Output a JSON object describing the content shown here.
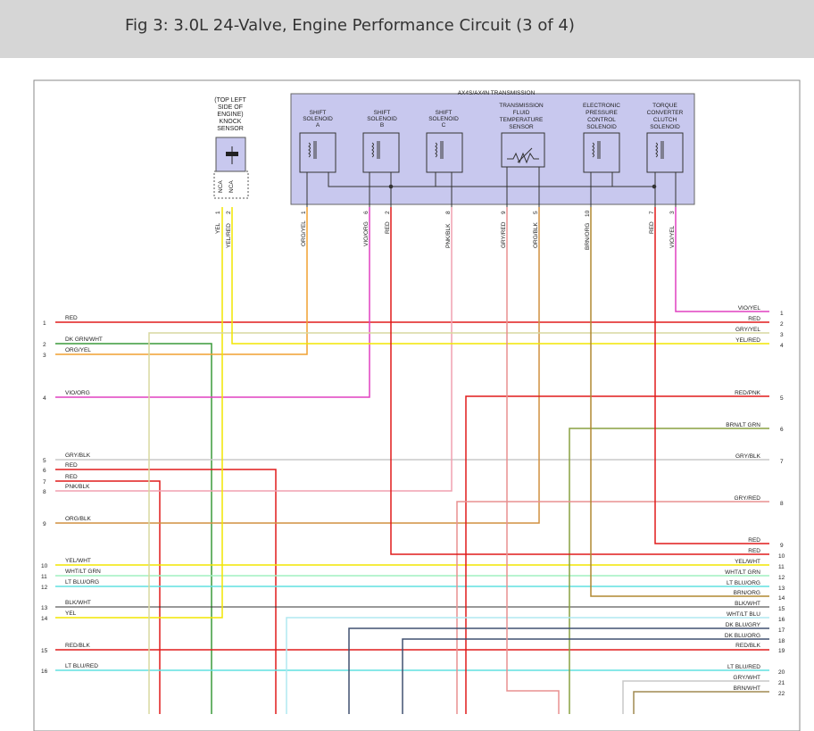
{
  "header": {
    "title": "Fig 3: 3.0L 24-Valve, Engine Performance Circuit (3 of 4)"
  },
  "knock_sensor": {
    "label_lines": [
      "(TOP LEFT",
      "SIDE OF",
      "ENGINE)",
      "KNOCK",
      "SENSOR"
    ],
    "nca1": "NCA",
    "nca2": "NCA",
    "pins": [
      {
        "num": "1",
        "color": "YEL"
      },
      {
        "num": "2",
        "color": "YEL/RED"
      }
    ]
  },
  "transmission": {
    "title": "AX4S/AX4N TRANSMISSION",
    "components": [
      {
        "lines": [
          "SHIFT",
          "SOLENOID",
          "A"
        ]
      },
      {
        "lines": [
          "SHIFT",
          "SOLENOID",
          "B"
        ]
      },
      {
        "lines": [
          "SHIFT",
          "SOLENOID",
          "C"
        ]
      },
      {
        "lines": [
          "TRANSMISSION",
          "FLUID",
          "TEMPERATURE",
          "SENSOR"
        ]
      },
      {
        "lines": [
          "ELECTRONIC",
          "PRESSURE",
          "CONTROL",
          "SOLENOID"
        ]
      },
      {
        "lines": [
          "TORQUE",
          "CONVERTER",
          "CLUTCH",
          "SOLENOID"
        ]
      }
    ],
    "pins": [
      {
        "num": "1",
        "color": "ORG/YEL"
      },
      {
        "num": "6",
        "color": "VIO/ORG"
      },
      {
        "num": "2",
        "color": "RED"
      },
      {
        "num": "8",
        "color": "PNK/BLK"
      },
      {
        "num": "9",
        "color": "GRY/RED"
      },
      {
        "num": "5",
        "color": "ORG/BLK"
      },
      {
        "num": "10",
        "color": "BRN/ORG"
      },
      {
        "num": "7",
        "color": "RED"
      },
      {
        "num": "3",
        "color": "VIO/YEL"
      }
    ]
  },
  "left_connector": [
    {
      "num": "1",
      "label": "RED"
    },
    {
      "num": "2",
      "label": "DK GRN/WHT"
    },
    {
      "num": "3",
      "label": "ORG/YEL"
    },
    {
      "num": "4",
      "label": "VIO/ORG"
    },
    {
      "num": "5",
      "label": "GRY/BLK"
    },
    {
      "num": "6",
      "label": "RED"
    },
    {
      "num": "7",
      "label": "RED"
    },
    {
      "num": "8",
      "label": "PNK/BLK"
    },
    {
      "num": "9",
      "label": "ORG/BLK"
    },
    {
      "num": "10",
      "label": "YEL/WHT"
    },
    {
      "num": "11",
      "label": "WHT/LT GRN"
    },
    {
      "num": "12",
      "label": "LT BLU/ORG"
    },
    {
      "num": "13",
      "label": "BLK/WHT"
    },
    {
      "num": "14",
      "label": "YEL"
    },
    {
      "num": "15",
      "label": "RED/BLK"
    },
    {
      "num": "16",
      "label": "LT BLU/RED"
    }
  ],
  "right_connector": [
    {
      "num": "1",
      "label": "VIO/YEL"
    },
    {
      "num": "2",
      "label": "RED"
    },
    {
      "num": "3",
      "label": "GRY/YEL"
    },
    {
      "num": "4",
      "label": "YEL/RED"
    },
    {
      "num": "5",
      "label": "RED/PNK"
    },
    {
      "num": "6",
      "label": "BRN/LT GRN"
    },
    {
      "num": "7",
      "label": "GRY/BLK"
    },
    {
      "num": "8",
      "label": "GRY/RED"
    },
    {
      "num": "9",
      "label": "RED"
    },
    {
      "num": "10",
      "label": "RED"
    },
    {
      "num": "11",
      "label": "YEL/WHT"
    },
    {
      "num": "12",
      "label": "WHT/LT GRN"
    },
    {
      "num": "13",
      "label": "LT BLU/ORG"
    },
    {
      "num": "14",
      "label": "BRN/ORG"
    },
    {
      "num": "15",
      "label": "BLK/WHT"
    },
    {
      "num": "16",
      "label": "WHT/LT BLU"
    },
    {
      "num": "17",
      "label": "DK BLU/GRY"
    },
    {
      "num": "18",
      "label": "DK BLU/ORG"
    },
    {
      "num": "19",
      "label": "RED/BLK"
    },
    {
      "num": "20",
      "label": "LT BLU/RED"
    },
    {
      "num": "21",
      "label": "GRY/WHT"
    },
    {
      "num": "22",
      "label": "BRN/WHT"
    }
  ],
  "colors": {
    "RED": "#e01b1b",
    "YEL": "#f2e600",
    "ORG": "#f0a030",
    "VIO": "#e040c0",
    "DK_GRN": "#3a9a3a",
    "GRY_YEL": "#d8d8a0",
    "GRY": "#c8c8c8",
    "PNK": "#f0a0b0",
    "LT_BLU": "#60e0e0",
    "WHT_LT_GRN": "#a0f0c0",
    "BLK": "#333333",
    "BRN_ORG": "#b08830",
    "BRN_LT_GRN": "#88a040",
    "GRY_RED": "#e89090",
    "WHT_LT_BLU": "#b0e8f0",
    "DK_BLU": "#405070",
    "BRN_WHT": "#a08a50",
    "ORG_BLK": "#d09040",
    "TRANS_BOX": "#c8c8ee",
    "OUTLINE": "#555555"
  }
}
